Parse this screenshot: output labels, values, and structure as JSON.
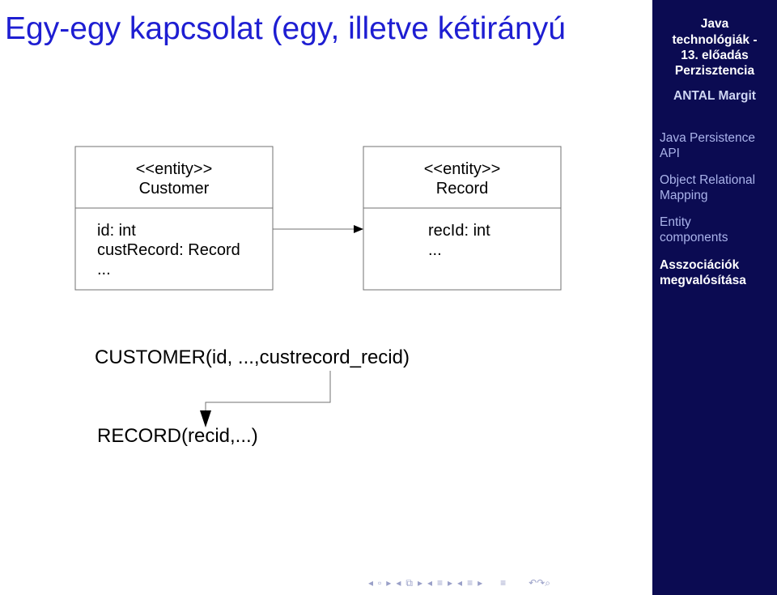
{
  "slide": {
    "title": "Egy-egy kapcsolat (egy, illetve kétirányú"
  },
  "sidebar": {
    "course_title_lines": [
      "Java",
      "technológiák -",
      "13. előadás",
      "Perzisztencia"
    ],
    "author": "ANTAL Margit",
    "items": [
      {
        "lines": [
          "Java Persistence",
          "API"
        ],
        "active": false
      },
      {
        "lines": [
          "Object Relational",
          "Mapping"
        ],
        "active": false
      },
      {
        "lines": [
          "Entity",
          "components"
        ],
        "active": false
      },
      {
        "lines": [
          "Asszociációk",
          "megvalósítása"
        ],
        "active": true
      }
    ]
  },
  "diagram": {
    "customer": {
      "stereotype": "<<entity>>",
      "name": "Customer",
      "attributes": [
        "id: int",
        "custRecord: Record",
        "..."
      ]
    },
    "record": {
      "stereotype": "<<entity>>",
      "name": "Record",
      "attributes": [
        "recId: int",
        "..."
      ]
    },
    "table_customer": "CUSTOMER(id, ...,custrecord_recid)",
    "table_record": "RECORD(recid,...)"
  },
  "colors": {
    "title": "#1e1ed2",
    "sidebar_bg": "#0b0b52",
    "sidebar_active": "#ffffff",
    "sidebar_inactive": "#aab3ea"
  },
  "navigation": {
    "icons": [
      "nav-left-arrow",
      "frame-icon",
      "nav-right-arrow",
      "subsection-icon",
      "section-icon",
      "slide-icon",
      "search-icon"
    ]
  }
}
